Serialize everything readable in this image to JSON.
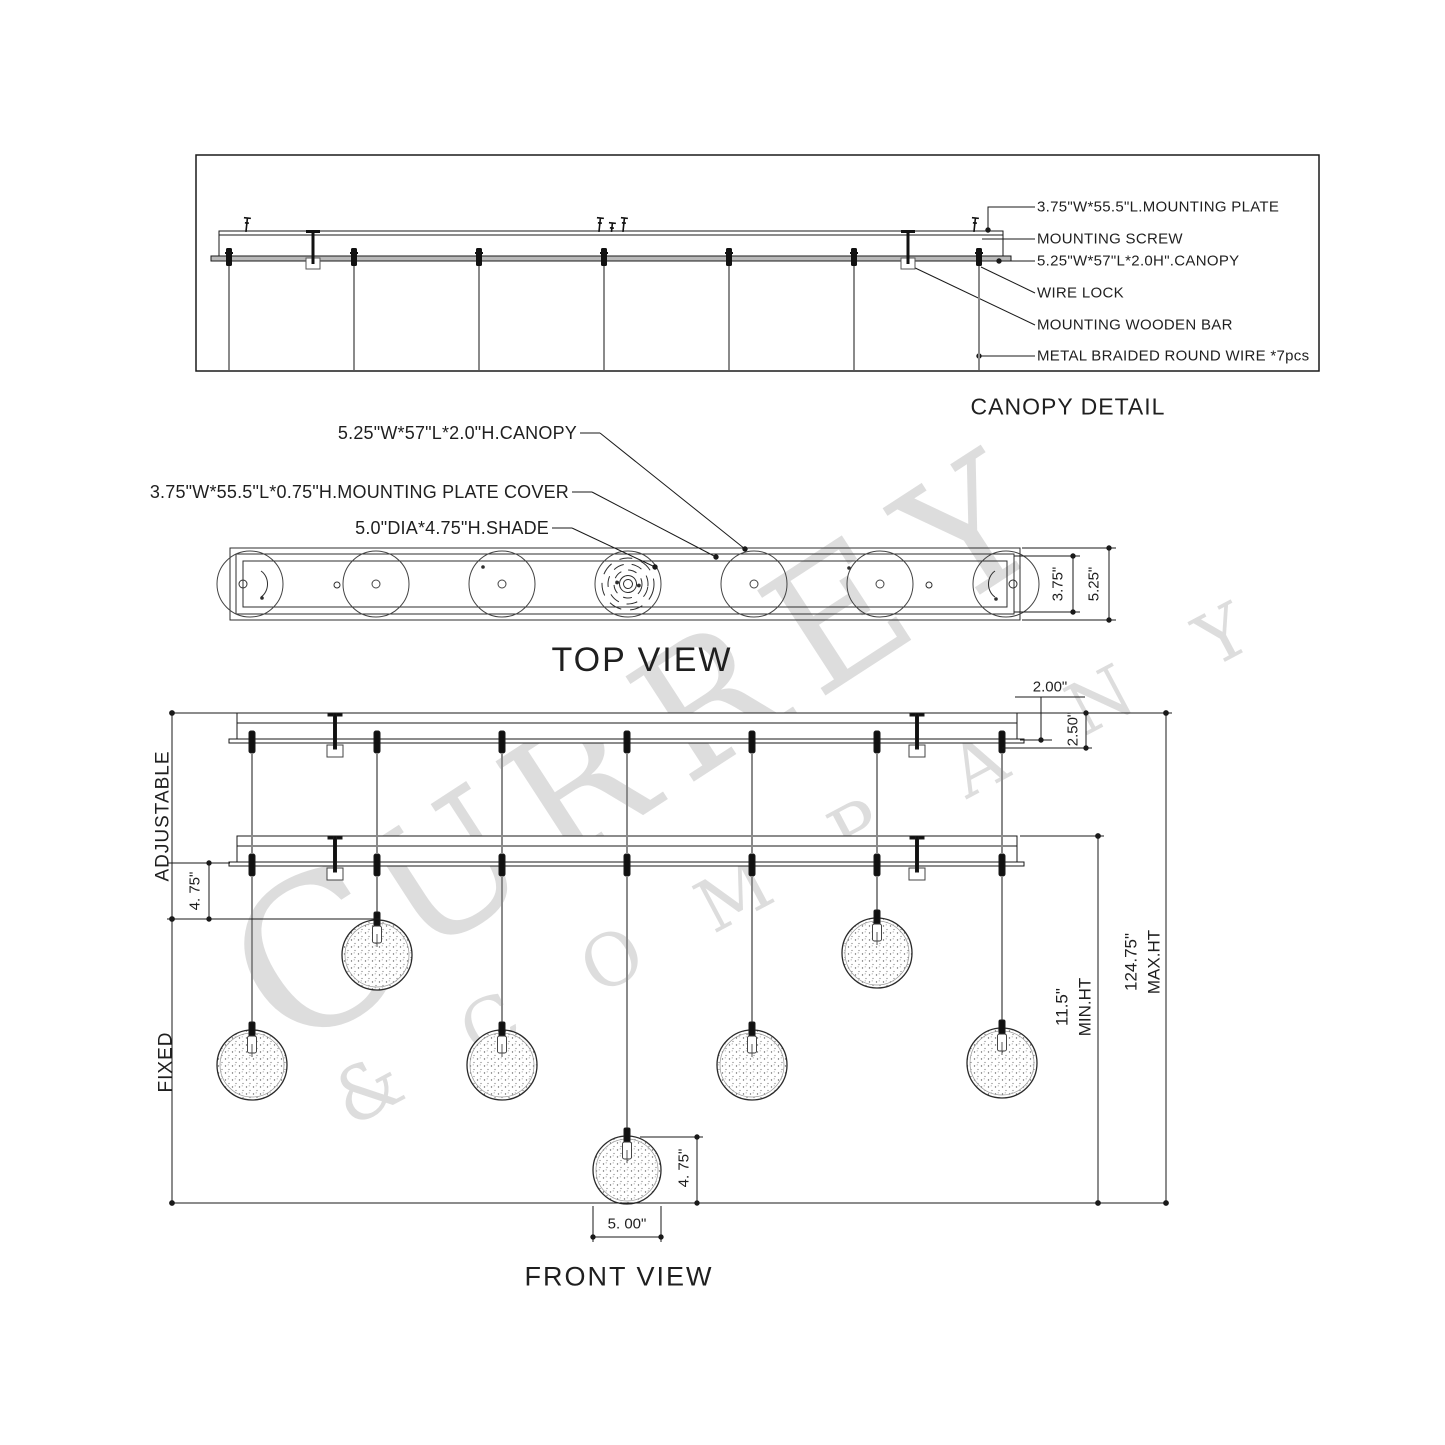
{
  "colors": {
    "line": "#1a1a1a",
    "wire": "#8a8a8a",
    "watermark": "#c6c6c6",
    "background": "#ffffff"
  },
  "canopy_detail": {
    "title": "CANOPY DETAIL",
    "callouts": [
      "3.75\"W*55.5\"L.MOUNTING PLATE",
      "MOUNTING SCREW",
      "5.25\"W*57\"L*2.0H\".CANOPY",
      "WIRE LOCK",
      "MOUNTING  WOODEN BAR",
      "METAL BRAIDED ROUND WIRE *7pcs"
    ]
  },
  "top_view": {
    "title": "TOP VIEW",
    "callouts": {
      "canopy": "5.25\"W*57\"L*2.0\"H.CANOPY",
      "plate_cover": "3.75\"W*55.5\"L*0.75\"H.MOUNTING PLATE COVER",
      "shade": "5.0\"DIA*4.75\"H.SHADE"
    },
    "dimensions": {
      "plate_width": "3.75\"",
      "canopy_width": "5.25\""
    }
  },
  "front_view": {
    "title": "FRONT VIEW",
    "dimensions": {
      "canopy_height": "2.00\"",
      "canopy_assembly_height": "2.50\"",
      "adjustable_label": "ADJUSTABLE",
      "fixed_label": "FIXED",
      "adjuster_drop": "4. 75\"",
      "min_height_value": "11.5\"",
      "min_height_label": "MIN.HT",
      "max_height_value": "124.75\"",
      "max_height_label": "MAX.HT",
      "shade_height": "4. 75\"",
      "shade_diameter": "5. 00\""
    }
  },
  "watermark": {
    "line1": [
      "C",
      "U",
      "R",
      "R",
      "E",
      "Y"
    ],
    "line2": [
      "&",
      "C",
      "O",
      "M",
      "P",
      "A",
      "N",
      "Y"
    ]
  }
}
